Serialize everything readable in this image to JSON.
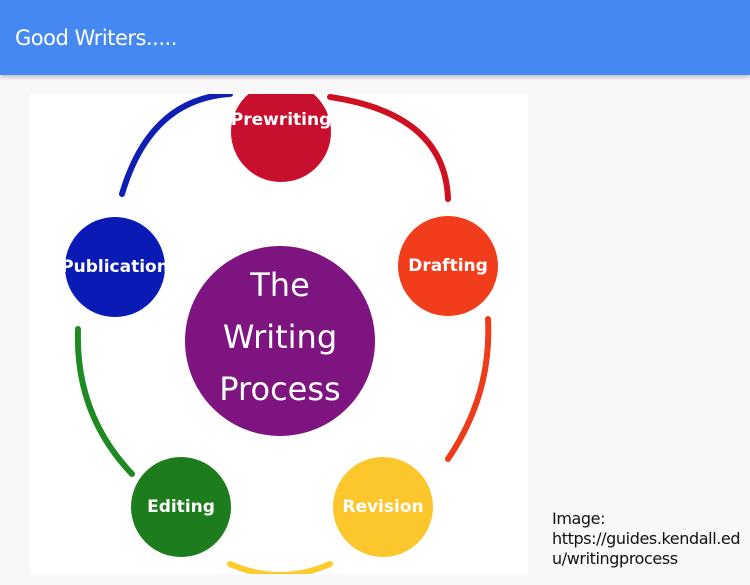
{
  "app_bar": {
    "title": "Good Writers.....",
    "color": "#4588f1"
  },
  "diagram": {
    "center": {
      "lines": [
        "The",
        "Writing",
        "Process"
      ],
      "color": "#7d1480"
    },
    "nodes": [
      {
        "label": "Prewriting",
        "color": "#c8102e"
      },
      {
        "label": "Drafting",
        "color": "#f23d1c"
      },
      {
        "label": "Revision",
        "color": "#fcc72c"
      },
      {
        "label": "Editing",
        "color": "#1d7d1d"
      },
      {
        "label": "Publication",
        "color": "#0a1ab4"
      }
    ],
    "ring_colors": [
      "#cf1020",
      "#ee3b1a",
      "#fccb2c",
      "#1f8a22",
      "#0f1fb4"
    ]
  },
  "caption": {
    "label": "Image:",
    "url": "https://guides.kendall.edu/writingprocess"
  }
}
